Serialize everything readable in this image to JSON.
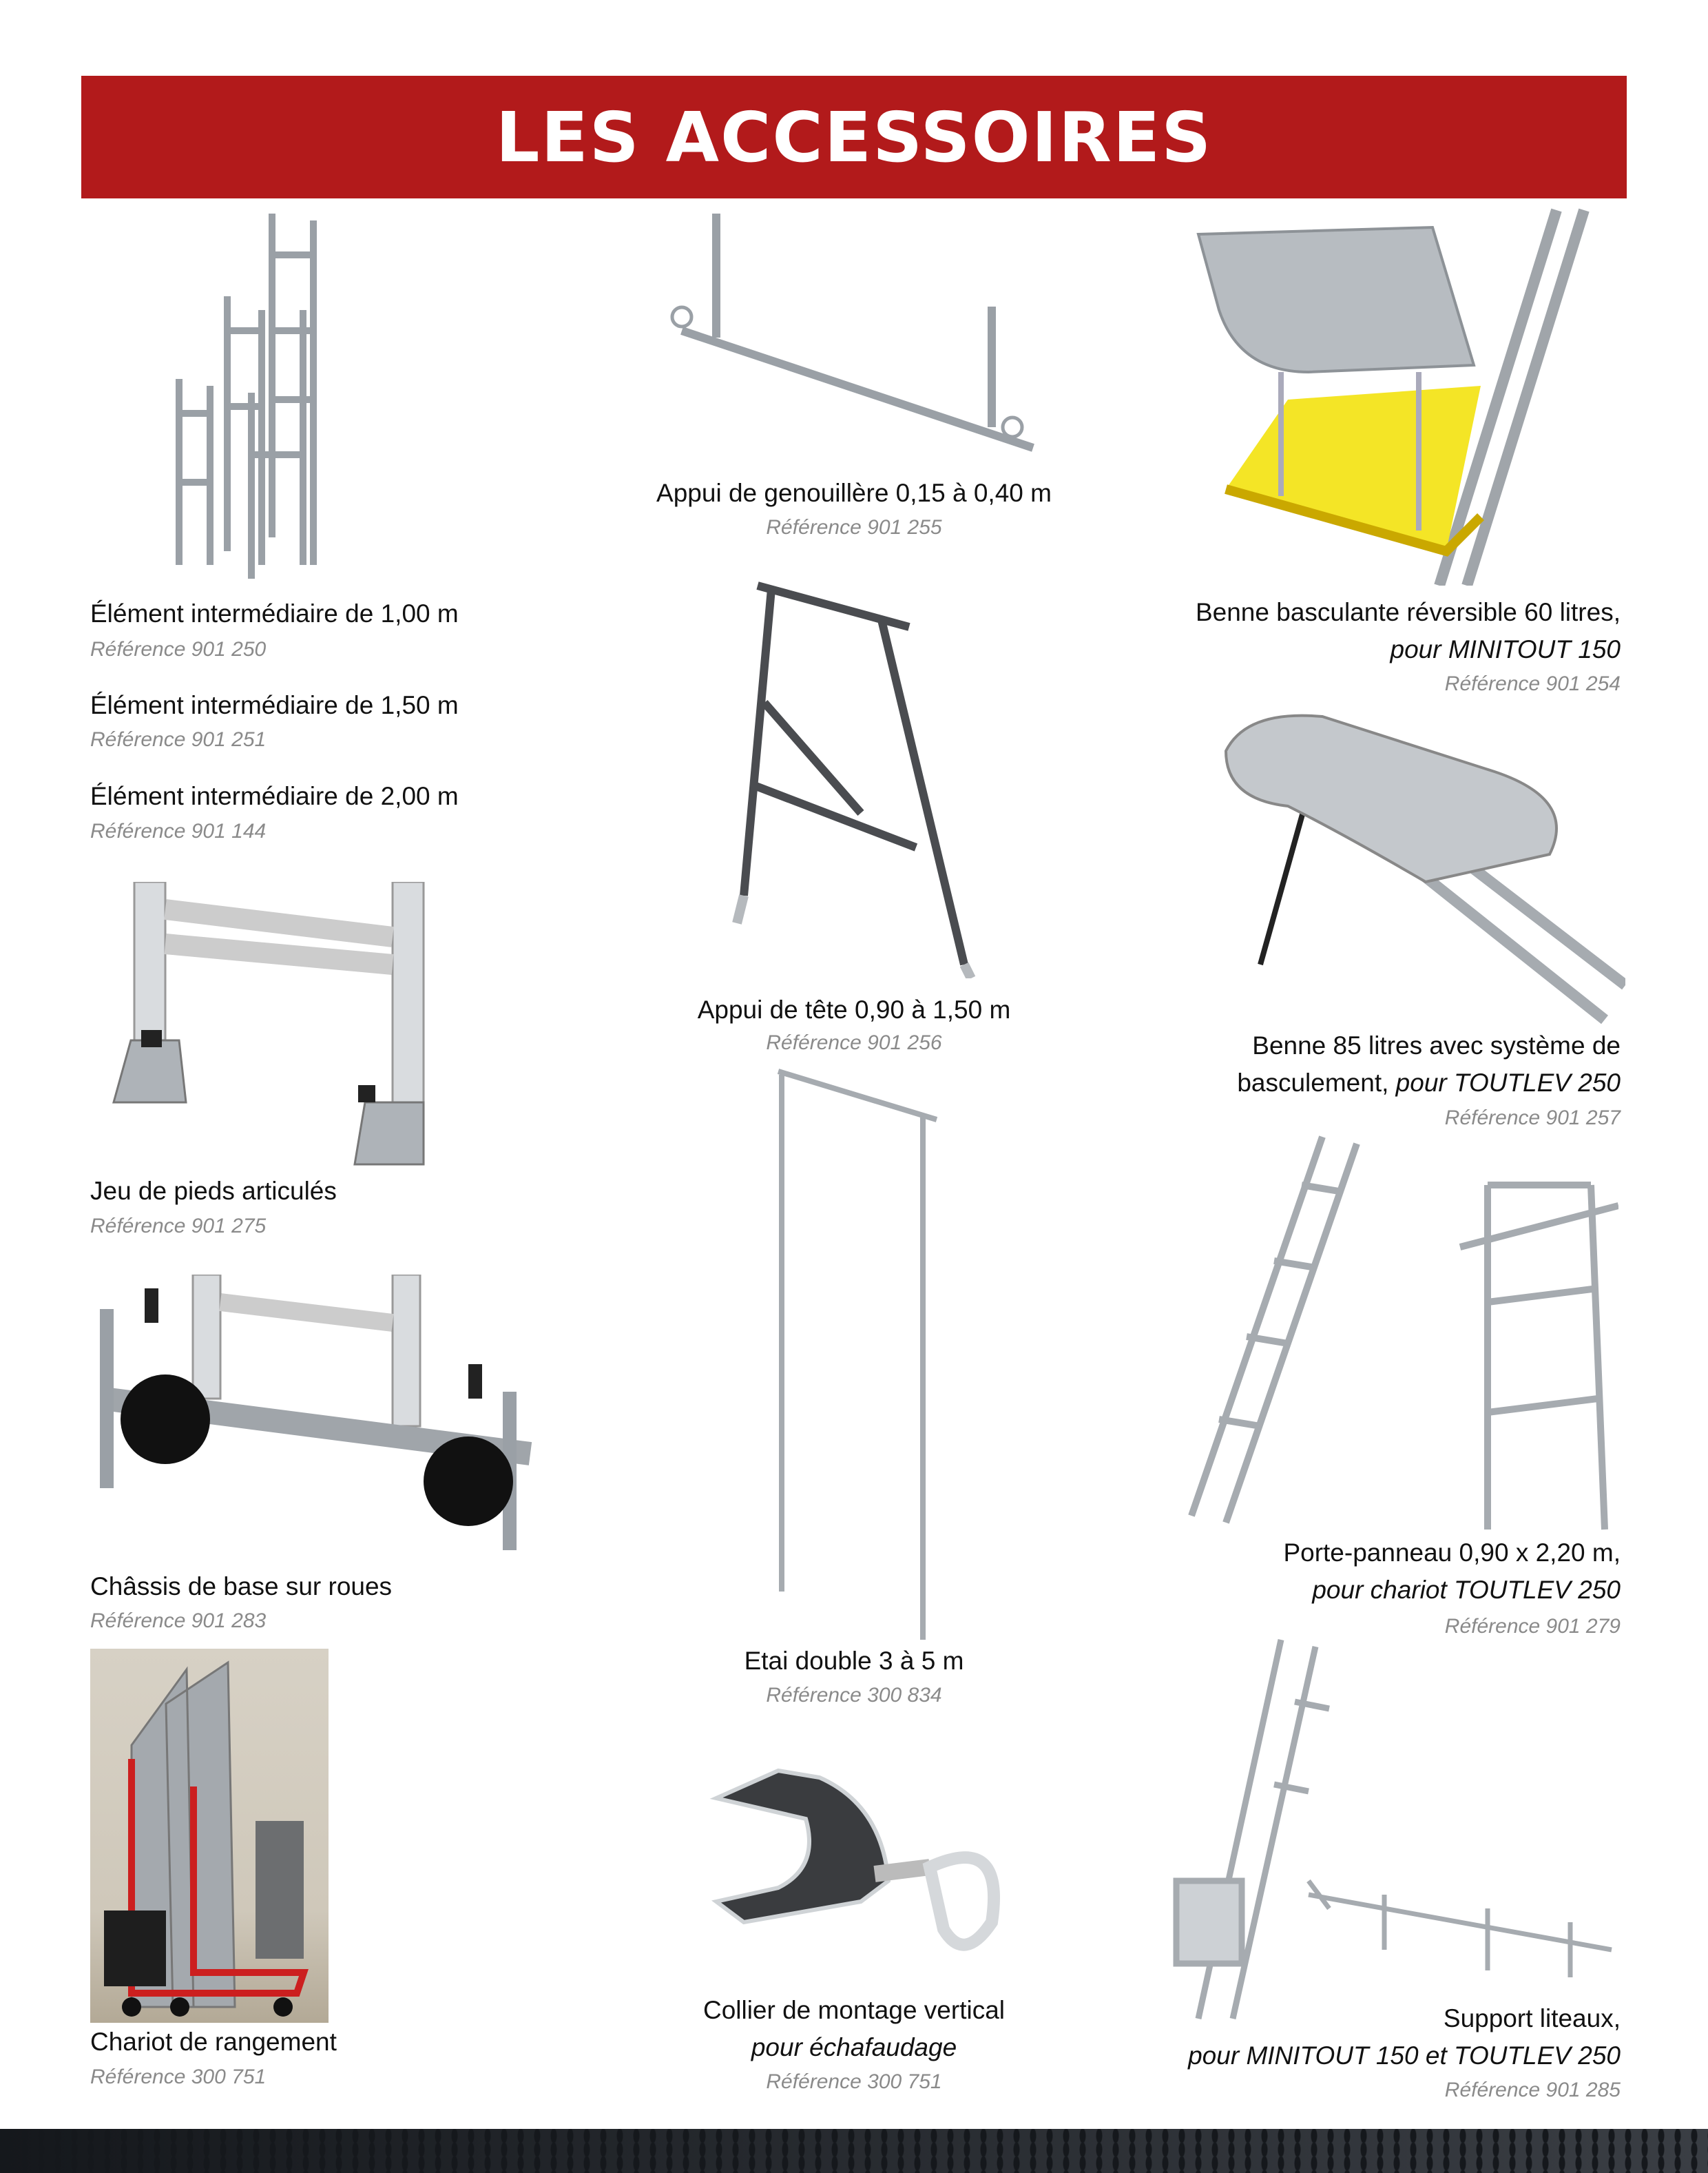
{
  "header": {
    "title": "LES ACCESSOIRES"
  },
  "colors": {
    "banner": "#b21a1b",
    "reference_text": "#8a8a8a"
  },
  "left_column": [
    {
      "title": "Élément intermédiaire de 1,00 m",
      "reference": "Référence 901 250"
    },
    {
      "title": "Élément intermédiaire de 1,50 m",
      "reference": "Référence 901 251"
    },
    {
      "title": "Élément intermédiaire de 2,00 m",
      "reference": "Référence 901 144"
    },
    {
      "title": "Jeu de pieds articulés",
      "reference": "Référence 901 275"
    },
    {
      "title": "Châssis de base sur roues",
      "reference": "Référence 901 283"
    },
    {
      "title": "Chariot de rangement",
      "reference": "Référence 300 751"
    }
  ],
  "middle_column": [
    {
      "title": "Appui de genouillère 0,15 à 0,40 m",
      "reference": "Référence 901 255"
    },
    {
      "title": "Appui de tête 0,90 à 1,50 m",
      "reference": "Référence 901 256"
    },
    {
      "title": "Etai double 3 à 5 m",
      "reference": "Référence 300 834"
    },
    {
      "title": "Collier de montage vertical",
      "subtitle": "pour échafaudage",
      "reference": "Référence 300 751"
    }
  ],
  "right_column": [
    {
      "title": "Benne basculante réversible 60 litres,",
      "subtitle": "pour MINITOUT 150",
      "reference": "Référence 901 254"
    },
    {
      "title": "Benne 85 litres avec système de",
      "title_2": "basculement, ",
      "subtitle": "pour TOUTLEV 250",
      "reference": "Référence 901 257"
    },
    {
      "title": "Porte-panneau 0,90 x 2,20 m,",
      "subtitle": "pour chariot TOUTLEV 250",
      "reference": "Référence 901 279"
    },
    {
      "title": "Support liteaux,",
      "subtitle": "pour MINITOUT 150 et TOUTLEV 250",
      "reference": "Référence 901 285"
    }
  ]
}
